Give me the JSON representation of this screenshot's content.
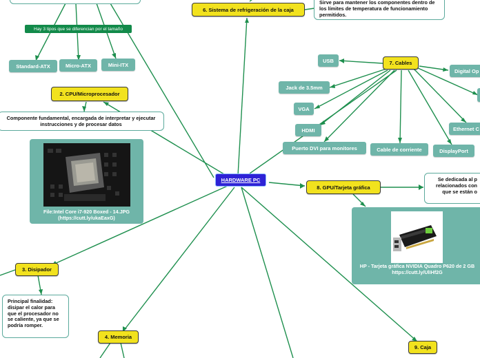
{
  "center": "HARDWARE PC",
  "topics": {
    "cpu": "2. CPU/Microprocesador",
    "disipador": "3. Disipador",
    "memoria": "4. Memoria",
    "refrigeracion": "6. Sistema de refrigeración de la caja",
    "cables": "7. Cables",
    "gpu": "8. GPU/Tarjeta gráfica",
    "caja": "9. Caja"
  },
  "motherboard": {
    "size_label": "Hay 3 tipos que se diferencian por el tamaño",
    "sizes": [
      "Standard-ATX",
      "Micro-ATX",
      "Mini-ITX"
    ]
  },
  "cables": [
    "USB",
    "Jack de 3.5mm",
    "VGA",
    "HDMI",
    "Puerto DVI para monitores",
    "Cable de corriente",
    "DisplayPort",
    "Ethernet C",
    "Digital Op"
  ],
  "notes": {
    "cpu": "Componente fundamental, encargada de interpretar y ejecutar instrucciones y de procesar datos",
    "disipador": "Principal finalidad: disipar el calor para que el procesador no se caliente, ya que se podría romper.",
    "refrigeracion": "Sirve para mantener los componentes dentro de los límites de temperatura de funcionamiento permitidos.",
    "gpu": "Se dedicada al p relacionados con que se están o"
  },
  "images": {
    "cpu_caption": "File:Intel Core i7-920 Boxed - 14.JPG (https://cutt.ly/ukaEaxG)",
    "gpu_caption": "HP - Tarjeta gráfica NVIDIA Quadro P620 de 2 GB https://cutt.ly/UlIHf2G"
  },
  "colors": {
    "line": "#1e8f4e",
    "topic": "#f2e21e",
    "subtopic": "#6fb5a9",
    "center": "#2e22d6"
  }
}
